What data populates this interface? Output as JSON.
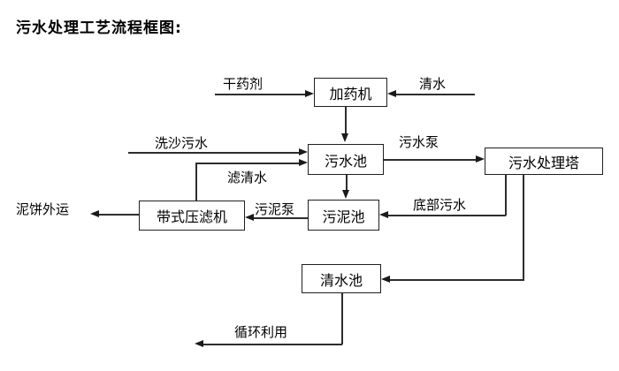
{
  "title": "污水处理工艺流程框图:",
  "diagram": {
    "nodes": {
      "dosing_machine": "加药机",
      "sewage_pool": "污水池",
      "treatment_tower": "污水处理塔",
      "sludge_pool": "污泥池",
      "belt_filter_press": "带式压滤机",
      "clear_water_pool": "清水池"
    },
    "edge_labels": {
      "dry_agent": "干药剂",
      "clear_water": "清水",
      "sand_washing_sewage": "洗沙污水",
      "sewage_pump": "污水泵",
      "filtered_water": "滤清水",
      "sludge_pump": "污泥泵",
      "bottom_sewage": "底部污水",
      "mud_cake_out": "泥饼外运",
      "recycle": "循环利用"
    },
    "colors": {
      "background": "#ffffff",
      "line": "#2d2d2d",
      "text": "#000000"
    }
  }
}
